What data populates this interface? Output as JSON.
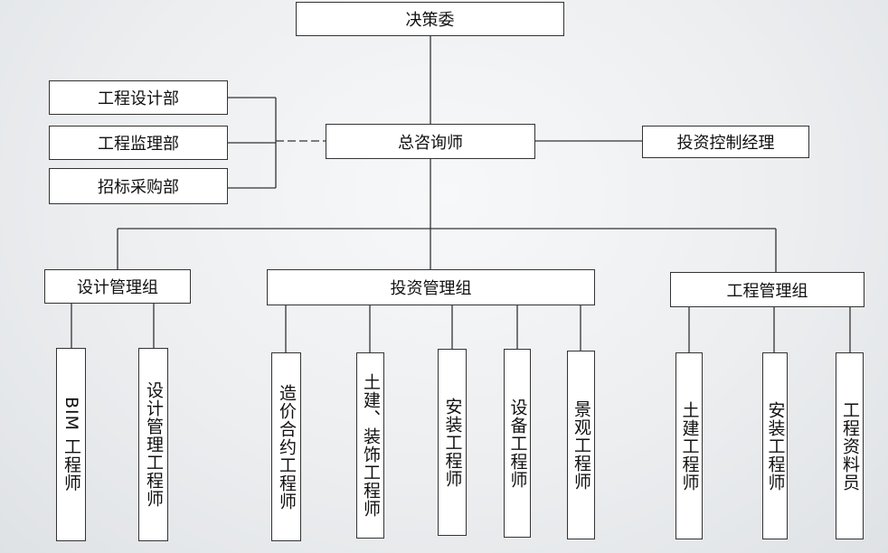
{
  "top": "决策委",
  "center": "总咨询师",
  "left_departments": [
    "工程设计部",
    "工程监理部",
    "招标采购部"
  ],
  "right_role": "投资控制经理",
  "groups": {
    "design": {
      "label": "设计管理组",
      "roles": [
        "BIM 工程师",
        "设计管理工程师"
      ]
    },
    "investment": {
      "label": "投资管理组",
      "roles": [
        "造价合约工程师",
        "土建、装饰工程师",
        "安装工程师",
        "设备工程师",
        "景观工程师"
      ]
    },
    "engineering": {
      "label": "工程管理组",
      "roles": [
        "土建工程师",
        "安装工程师",
        "工程资料员"
      ]
    }
  }
}
